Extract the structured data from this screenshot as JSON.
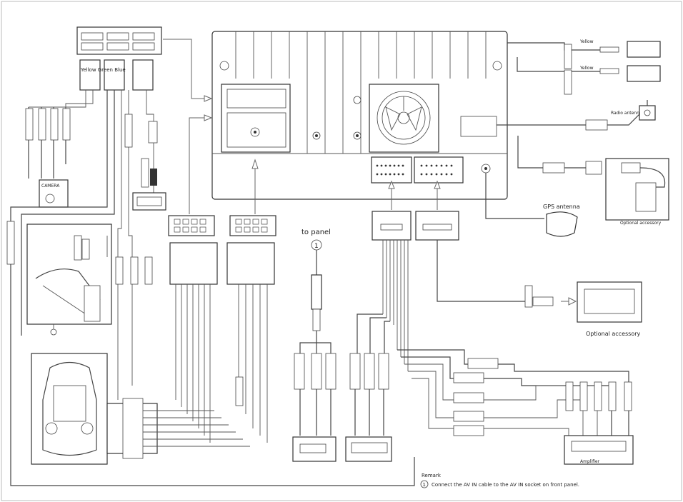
{
  "labels": {
    "yellow_green_blue": "Yellow Green Blue",
    "camera": "CAMERA",
    "to_panel": "to  panel",
    "circled_one": "1",
    "gps_antenna": "GPS antenna",
    "radio_antenna": "Radio antenna",
    "yellow_top": "Yellow",
    "yellow_second": "Yellow",
    "optional_accessory_top": "Optional accessory",
    "optional_accessory_mid": "Optional accessory",
    "amplifier": "Amplifier",
    "remark_title": "Remark",
    "remark_text": "Connect the AV IN cable to the AV IN socket on front panel."
  },
  "colors": {
    "line": "#444444",
    "background": "#ffffff",
    "fill_dark": "#333333"
  }
}
